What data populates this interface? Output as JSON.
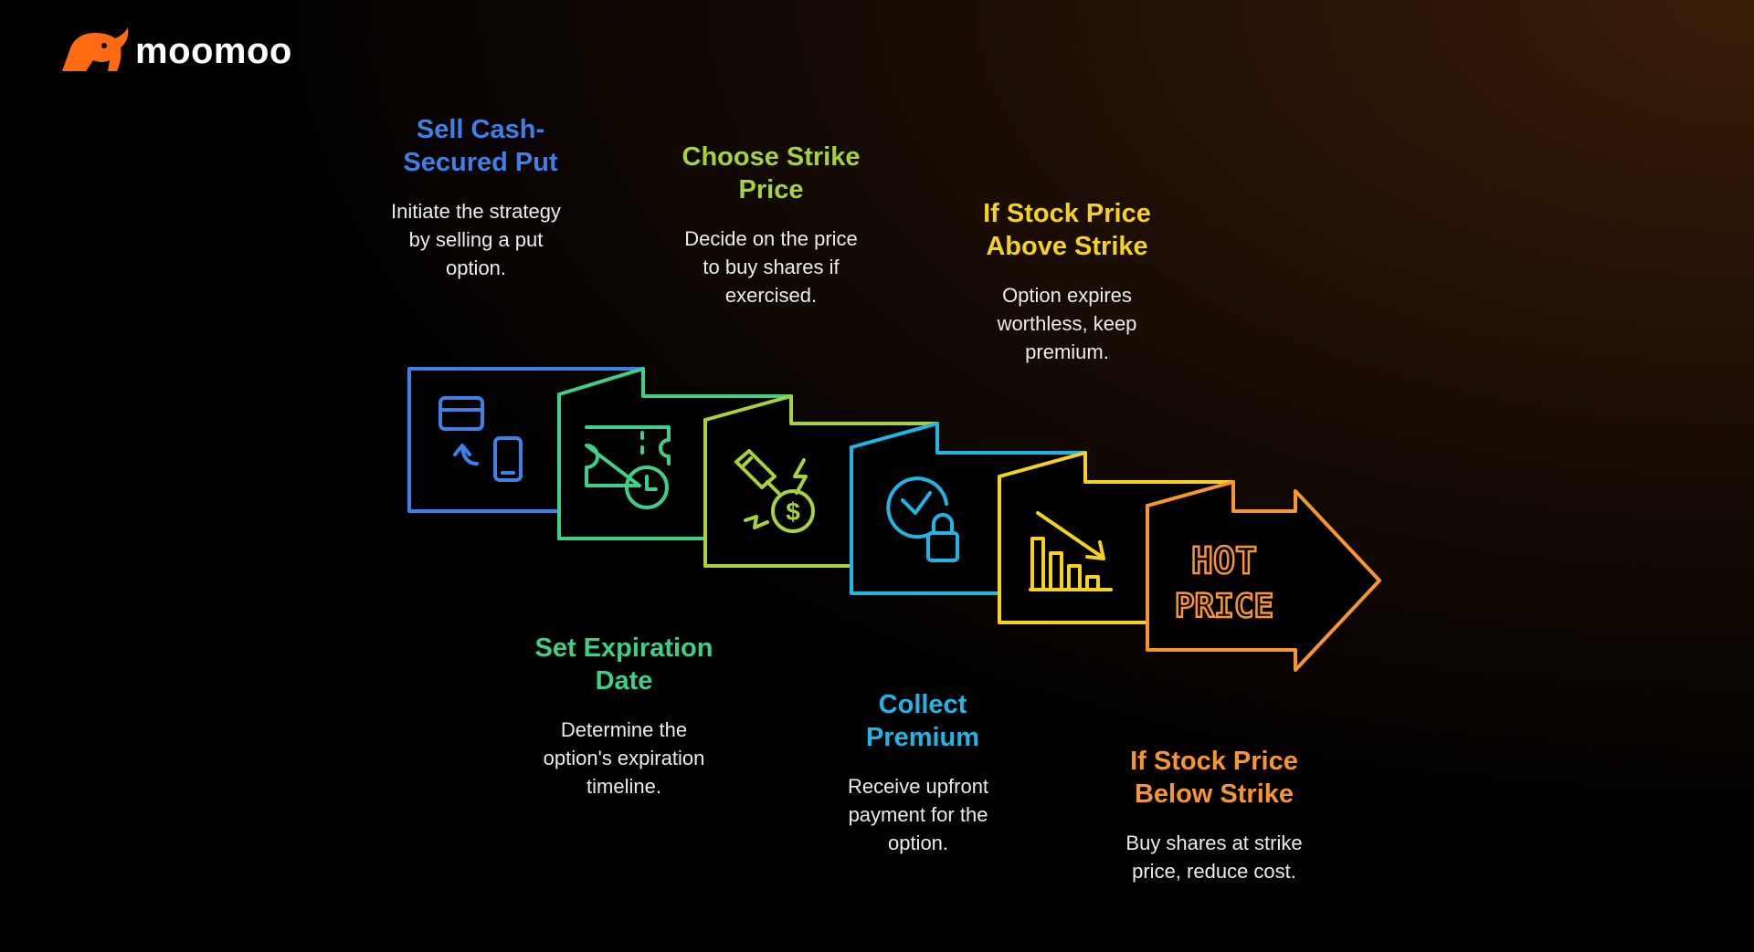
{
  "brand": {
    "name": "moomoo",
    "color": "#ff6a13"
  },
  "steps": [
    {
      "title_line1": "Sell Cash-",
      "title_line2": "Secured Put",
      "desc_line1": "Initiate the strategy",
      "desc_line2": "by selling a put",
      "desc_line3": "option.",
      "color": "#3f7fe8",
      "icon": "card-phone-exchange-icon"
    },
    {
      "title_line1": "Set Expiration",
      "title_line2": "Date",
      "desc_line1": "Determine the",
      "desc_line2": "option's expiration",
      "desc_line3": "timeline.",
      "color": "#3fcf86",
      "icon": "ticket-clock-icon"
    },
    {
      "title_line1": "Choose Strike",
      "title_line2": "Price",
      "desc_line1": "Decide on the price",
      "desc_line2": "to buy shares if",
      "desc_line3": "exercised.",
      "color": "#a6d23c",
      "icon": "strike-money-icon"
    },
    {
      "title_line1": "Collect",
      "title_line2": "Premium",
      "desc_line1": "Receive upfront",
      "desc_line2": "payment for the",
      "desc_line3": "option.",
      "color": "#1fb6e6",
      "icon": "clock-lock-icon"
    },
    {
      "title_line1": "If Stock Price",
      "title_line2": "Above Strike",
      "desc_line1": "Option expires",
      "desc_line2": "worthless, keep",
      "desc_line3": "premium.",
      "color": "#f5d21f",
      "icon": "declining-chart-icon"
    },
    {
      "title_line1": "If Stock Price",
      "title_line2": "Below Strike",
      "desc_line1": "Buy shares at strike",
      "desc_line2": "price, reduce cost.",
      "desc_line3": "",
      "color": "#f7962e",
      "icon": "hot-price-icon",
      "icon_text_line1": "HOT",
      "icon_text_line2": "PRICE"
    }
  ]
}
